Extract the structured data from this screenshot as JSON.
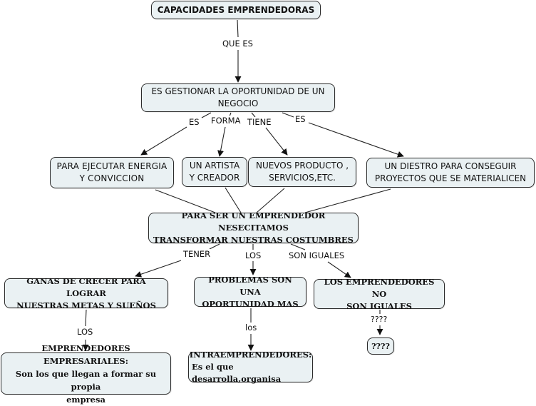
{
  "concept_map": {
    "root": {
      "text": "CAPACIDADES EMPRENDEDORAS"
    },
    "links": {
      "que_es": "QUE ES",
      "es_left": "ES",
      "forma": "FORMA",
      "tiene": "TIENE",
      "es_right": "ES",
      "tener": "TENER",
      "los_mid": "LOS",
      "son_iguales": "SON IGUALES",
      "los_left": "LOS",
      "los_lower": "los",
      "question_link": "????"
    },
    "nodes": {
      "gestionar": {
        "line1": "ES GESTIONAR LA OPORTUNIDAD DE UN",
        "line2": "NEGOCIO"
      },
      "ejecutar": {
        "line1": "PARA EJECUTAR ENERGIA",
        "line2": "Y CONVICCION"
      },
      "artista": {
        "line1": "UN ARTISTA",
        "line2": "Y CREADOR"
      },
      "nuevos": {
        "line1": "NUEVOS PRODUCTO ,",
        "line2": "SERVICIOS,ETC."
      },
      "diestro": {
        "line1": "UN DIESTRO PARA CONSEGUIR",
        "line2": "PROYECTOS QUE SE MATERIALICEN"
      },
      "para_ser": {
        "line1": "PARA SER UN EMPRENDEDOR NESECITAMOS",
        "line2": "TRANSFORMAR NUESTRAS COSTUMBRES"
      },
      "ganas": {
        "line1": "GANAS DE CRECER PARA LOGRAR",
        "line2": "NUESTRAS METAS Y SUEÑOS"
      },
      "problemas": {
        "line1": "PROBLEMAS SON UNA",
        "line2": "OPORTUNIDAD MAS"
      },
      "no_iguales": {
        "line1": "LOS EMPRENDEDORES NO",
        "line2": "SON IGUALES"
      },
      "empresariales": {
        "line1": "EMPRENDEDORES EMPRESARIALES:",
        "line2": "Son los que llegan a formar su propia",
        "line3": "empresa"
      },
      "intra": {
        "line1": "INTRAEMPRENDEDORES:",
        "line2": "Es el que desarrolla,organisa"
      },
      "unknown": {
        "text": "????"
      }
    }
  }
}
